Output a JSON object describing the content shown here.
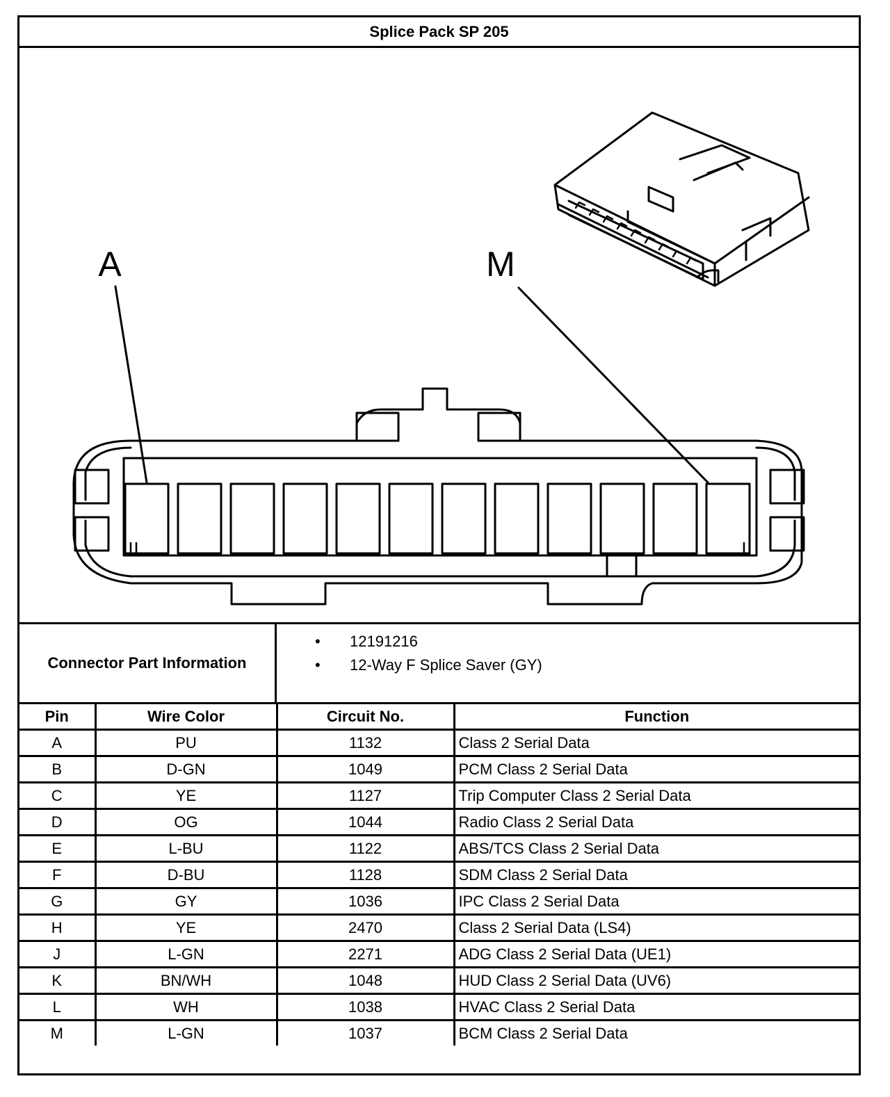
{
  "title": "Splice Pack SP 205",
  "diagram": {
    "label_left": "A",
    "label_right": "M"
  },
  "connector_info": {
    "label": "Connector Part Information",
    "items": [
      "12191216",
      "12-Way F Splice Saver (GY)"
    ]
  },
  "table": {
    "headers": [
      "Pin",
      "Wire Color",
      "Circuit No.",
      "Function"
    ],
    "rows": [
      [
        "A",
        "PU",
        "1132",
        "Class 2 Serial Data"
      ],
      [
        "B",
        "D-GN",
        "1049",
        "PCM Class 2 Serial Data"
      ],
      [
        "C",
        "YE",
        "1127",
        "Trip Computer Class 2 Serial Data"
      ],
      [
        "D",
        "OG",
        "1044",
        "Radio Class 2 Serial Data"
      ],
      [
        "E",
        "L-BU",
        "1122",
        "ABS/TCS Class 2 Serial Data"
      ],
      [
        "F",
        "D-BU",
        "1128",
        "SDM Class 2 Serial Data"
      ],
      [
        "G",
        "GY",
        "1036",
        "IPC Class 2 Serial Data"
      ],
      [
        "H",
        "YE",
        "2470",
        "Class 2 Serial Data (LS4)"
      ],
      [
        "J",
        "L-GN",
        "2271",
        "ADG Class 2 Serial Data (UE1)"
      ],
      [
        "K",
        "BN/WH",
        "1048",
        "HUD Class 2 Serial Data (UV6)"
      ],
      [
        "L",
        "WH",
        "1038",
        "HVAC Class 2 Serial Data"
      ],
      [
        "M",
        "L-GN",
        "1037",
        "BCM Class 2 Serial Data"
      ]
    ]
  }
}
